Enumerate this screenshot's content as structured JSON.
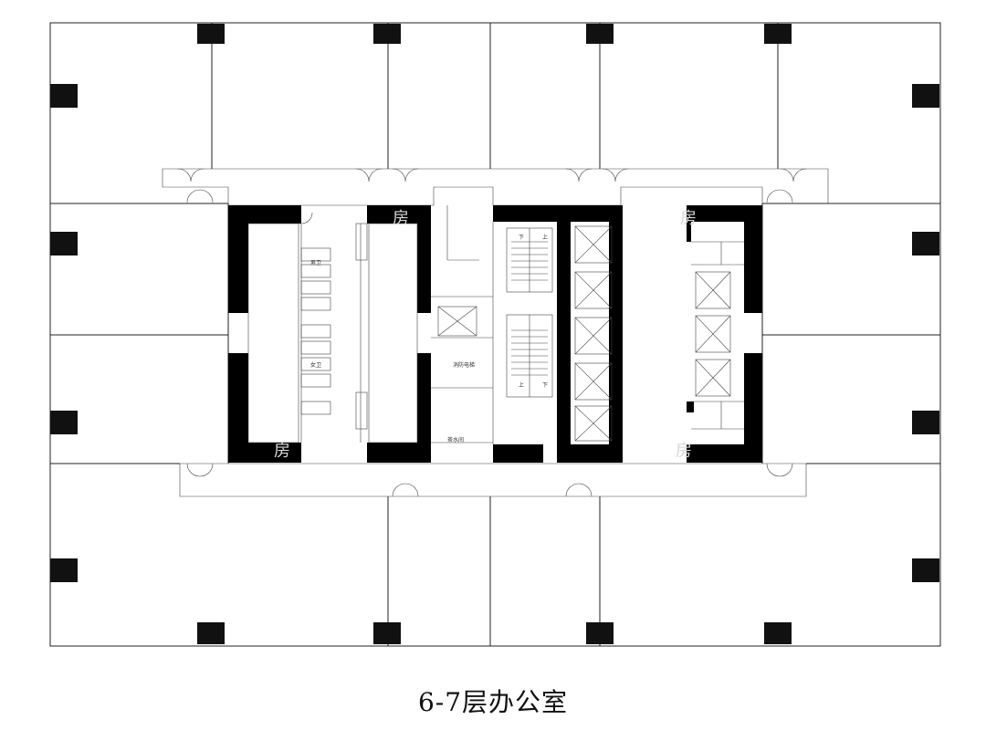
{
  "caption": "6-7层办公室",
  "labels": {
    "restroom_male": "男卫",
    "restroom_female": "女卫",
    "fire_elevator": "消防电梯",
    "water_room": "茶水间",
    "stair_down_1": "下",
    "stair_up_1": "上",
    "stair_down_2": "下",
    "stair_up_2": "上"
  },
  "watermarks": [
    "房",
    "房",
    "房",
    "房"
  ]
}
